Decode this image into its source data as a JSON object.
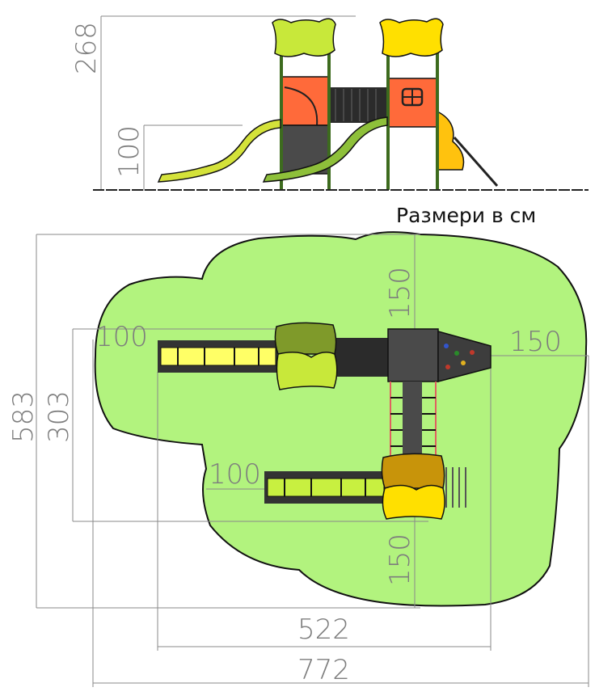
{
  "side_view": {
    "height_total": "268",
    "platform_height": "100"
  },
  "caption": "Размери в см",
  "top_view": {
    "depth_total": "583",
    "depth_structure": "303",
    "slide1_clearance": "100",
    "slide2_clearance": "100",
    "top_clearance": "150",
    "right_clearance": "150",
    "bottom_clearance": "150",
    "width_structure": "522",
    "width_total": "772"
  },
  "colors": {
    "safety_zone": "#b2f37e",
    "roof_lime": "#c8e83a",
    "roof_yellow": "#ffe000",
    "roof_olive": "#7f9a2a",
    "roof_ochre": "#c8940a",
    "panel_orange": "#ff6a3a",
    "panel_dark": "#4a4a4a",
    "post_green": "#3d6b1e",
    "slide_yellow": "#ffff66"
  }
}
